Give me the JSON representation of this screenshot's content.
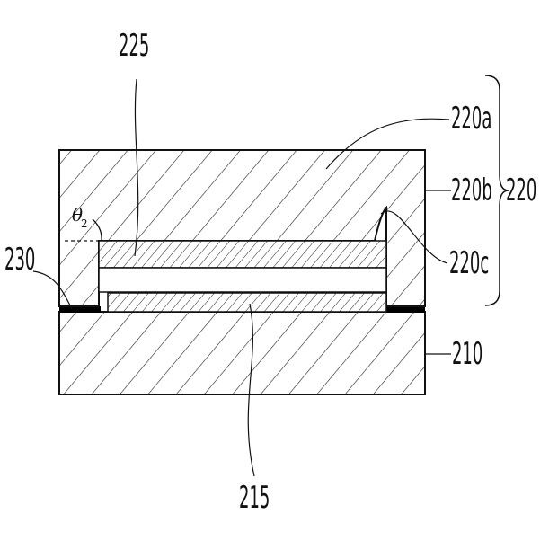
{
  "labels": {
    "l225": "225",
    "l220a": "220a",
    "l220b": "220b",
    "l220": "220",
    "l220c": "220c",
    "l230": "230",
    "l210": "210",
    "l215": "215",
    "theta": "θ",
    "theta_sub": "2"
  }
}
